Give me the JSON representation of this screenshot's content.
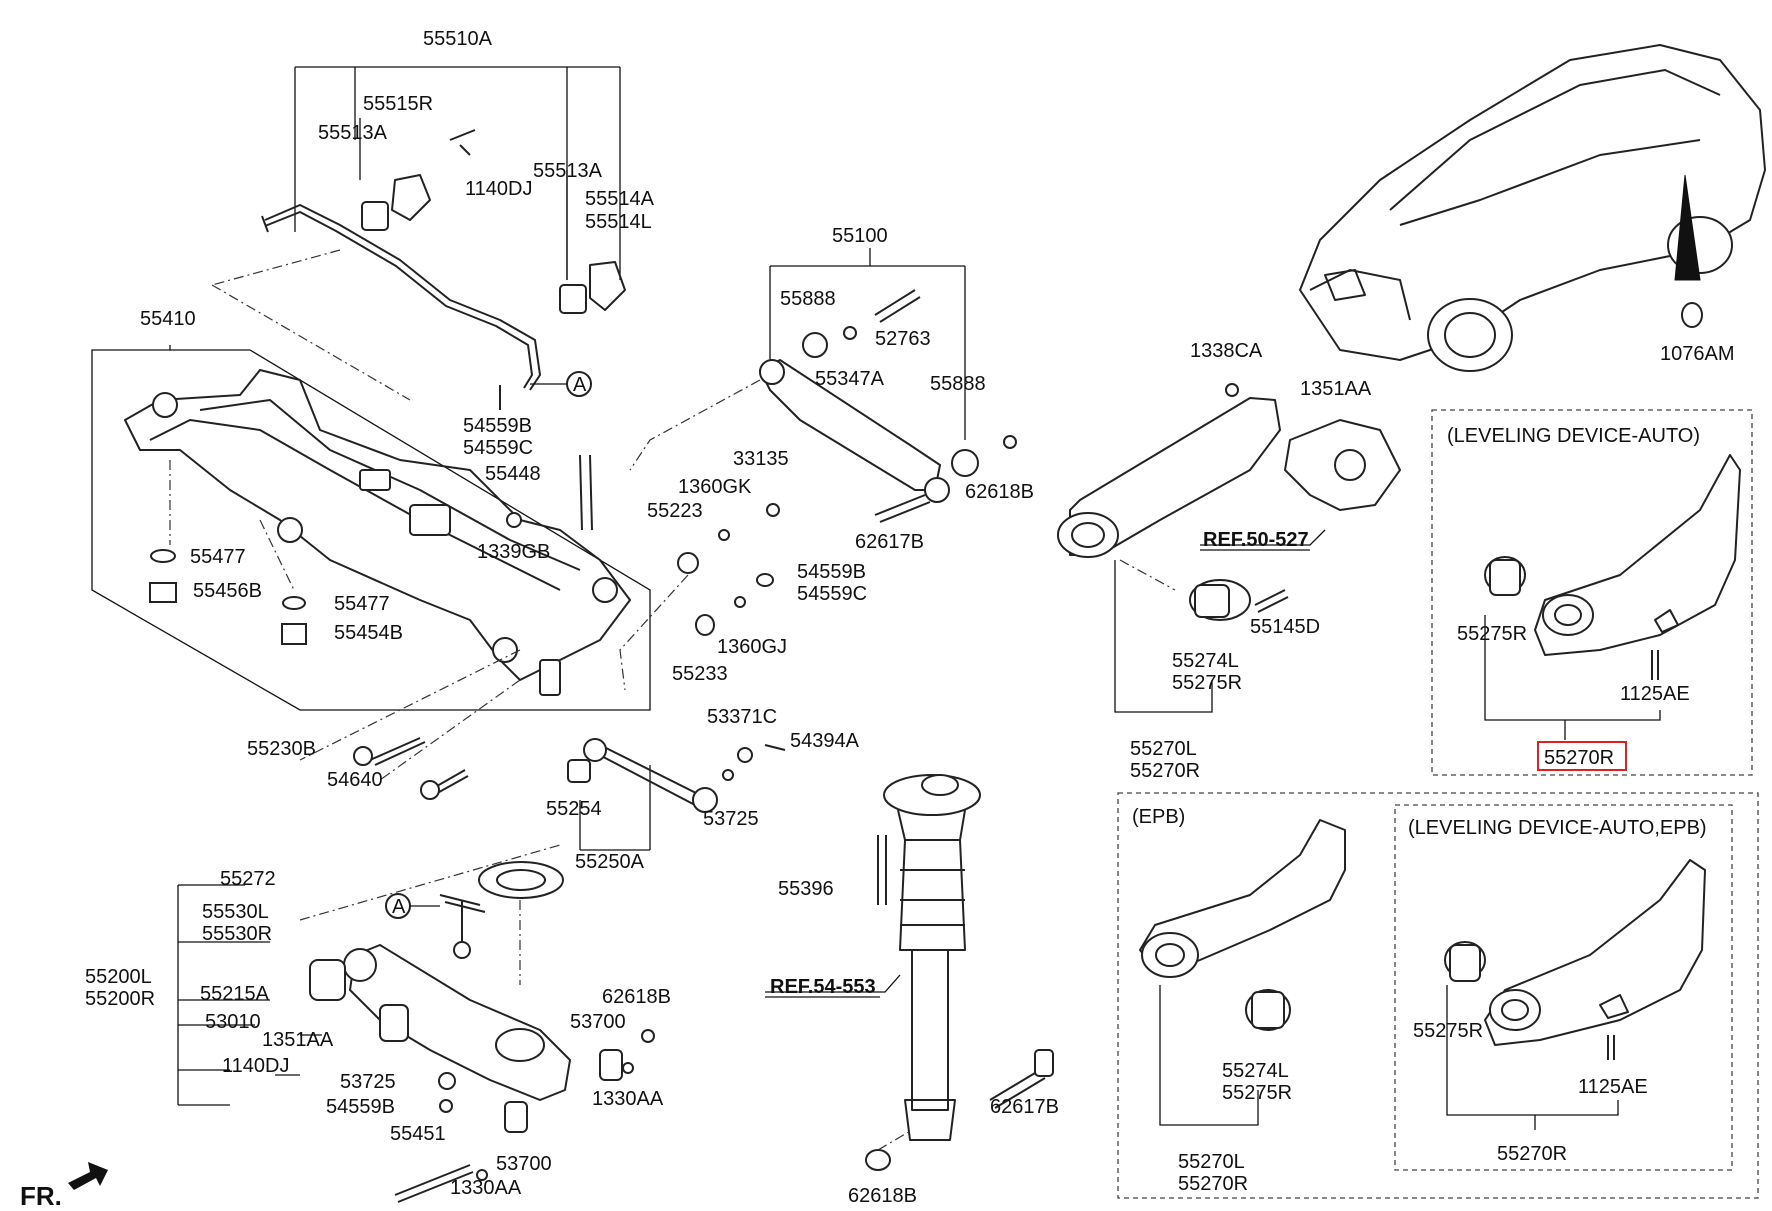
{
  "labels": {
    "l55510A": "55510A",
    "l55515R": "55515R",
    "l55513A_a": "55513A",
    "l55513A_b": "55513A",
    "l1140DJ_a": "1140DJ",
    "l55514A": "55514A",
    "l55514L": "55514L",
    "l55410": "55410",
    "l54559B_a": "54559B",
    "l54559C_a": "54559C",
    "l55448": "55448",
    "l55477_a": "55477",
    "l55456B": "55456B",
    "l55477_b": "55477",
    "l55454B": "55454B",
    "l1339GB": "1339GB",
    "l55100": "55100",
    "l55888_a": "55888",
    "l52763": "52763",
    "l55347A": "55347A",
    "l55888_b": "55888",
    "l33135": "33135",
    "l1360GK": "1360GK",
    "l55223": "55223",
    "l62618B_a": "62618B",
    "l62617B_a": "62617B",
    "l54559B_b": "54559B",
    "l54559C_b": "54559C",
    "l1360GJ": "1360GJ",
    "l55233": "55233",
    "l53371C": "53371C",
    "l54394A": "54394A",
    "l55230B": "55230B",
    "l54640": "54640",
    "l55254": "55254",
    "l53725_a": "53725",
    "l55250A": "55250A",
    "l55272": "55272",
    "l55530L": "55530L",
    "l55530R": "55530R",
    "l55200L": "55200L",
    "l55200R": "55200R",
    "l55215A": "55215A",
    "l53010": "53010",
    "l1351AA_a": "1351AA",
    "l1140DJ_b": "1140DJ",
    "l53725_b": "53725",
    "l54559B_c": "54559B",
    "l55451": "55451",
    "l53700_a": "53700",
    "l62618B_b": "62618B",
    "l1330AA_a": "1330AA",
    "l53700_b": "53700",
    "l1330AA_b": "1330AA",
    "l55396": "55396",
    "l62617B_b": "62617B",
    "l62618B_c": "62618B",
    "l1338CA": "1338CA",
    "l1351AA_b": "1351AA",
    "l55145D": "55145D",
    "l55274L_a": "55274L",
    "l55275R_a": "55275R",
    "l55270L_a": "55270L",
    "l55270R_a": "55270R",
    "l1076AM": "1076AM",
    "l55275R_b": "55275R",
    "l1125AE_a": "1125AE",
    "l55270R_hl": "55270R",
    "l55274L_b": "55274L",
    "l55275R_c": "55275R",
    "l55270L_b": "55270L",
    "l55270R_b": "55270R",
    "l55275R_d": "55275R",
    "l1125AE_b": "1125AE",
    "l55270R_c": "55270R"
  },
  "refs": {
    "ref_50_527": "REF.50-527",
    "ref_54_553": "REF.54-553"
  },
  "circle_marker": "A",
  "fr_label": "FR.",
  "boxes": {
    "leveling_auto": "(LEVELING DEVICE-AUTO)",
    "epb": "(EPB)",
    "leveling_auto_epb": "(LEVELING DEVICE-AUTO,EPB)"
  },
  "highlight_color": "#e02020"
}
